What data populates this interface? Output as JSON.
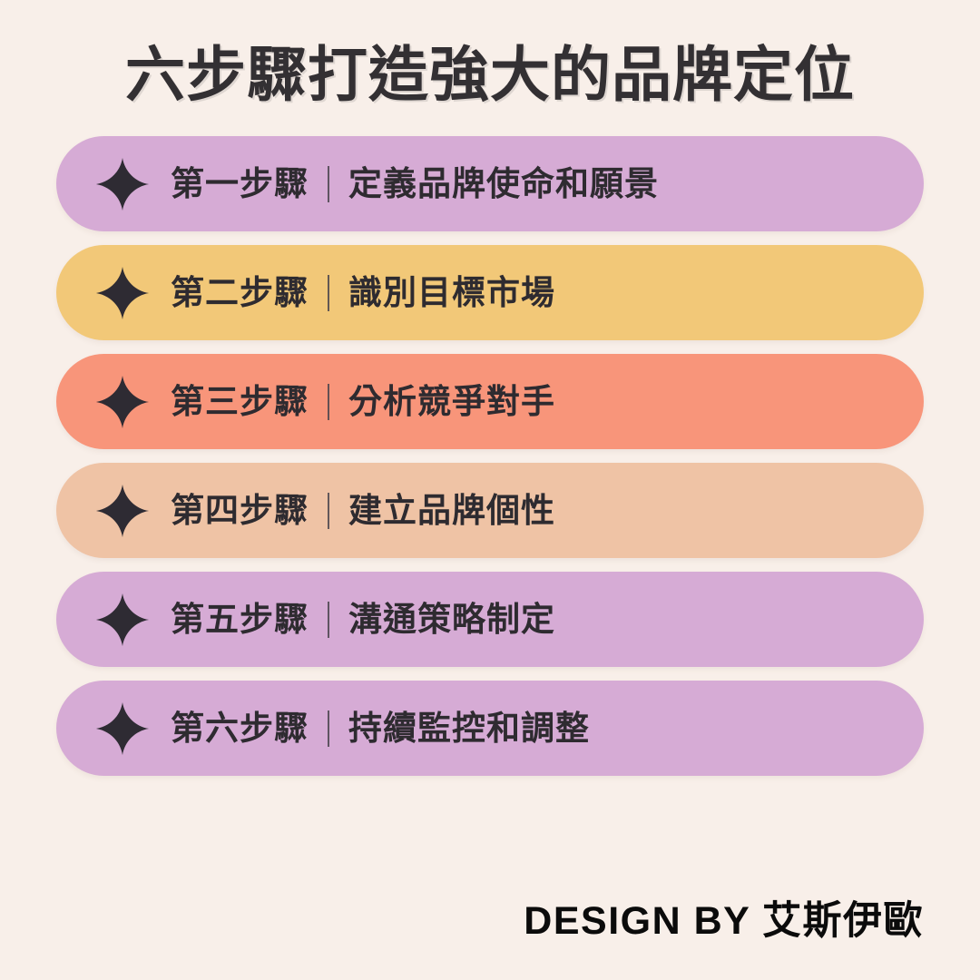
{
  "poster": {
    "title": "六步驟打造強大的品牌定位",
    "background_color": "#F8EFE9",
    "title_color": "#333033",
    "text_color": "#2E2B30",
    "icon_name": "sparkle-icon",
    "icon_color": "#2E2B33",
    "divider_char": "|"
  },
  "steps": [
    {
      "label": "第一步驟",
      "desc": "定義品牌使命和願景",
      "color": "#D6ABD5"
    },
    {
      "label": "第二步驟",
      "desc": "識別目標市場",
      "color": "#F2C878"
    },
    {
      "label": "第三步驟",
      "desc": "分析競爭對手",
      "color": "#F8957A"
    },
    {
      "label": "第四步驟",
      "desc": "建立品牌個性",
      "color": "#EFC3A5"
    },
    {
      "label": "第五步驟",
      "desc": "溝通策略制定",
      "color": "#D6ABD5"
    },
    {
      "label": "第六步驟",
      "desc": "持續監控和調整",
      "color": "#D6ABD5"
    }
  ],
  "footer": {
    "credit": "DESIGN BY 艾斯伊歐"
  }
}
